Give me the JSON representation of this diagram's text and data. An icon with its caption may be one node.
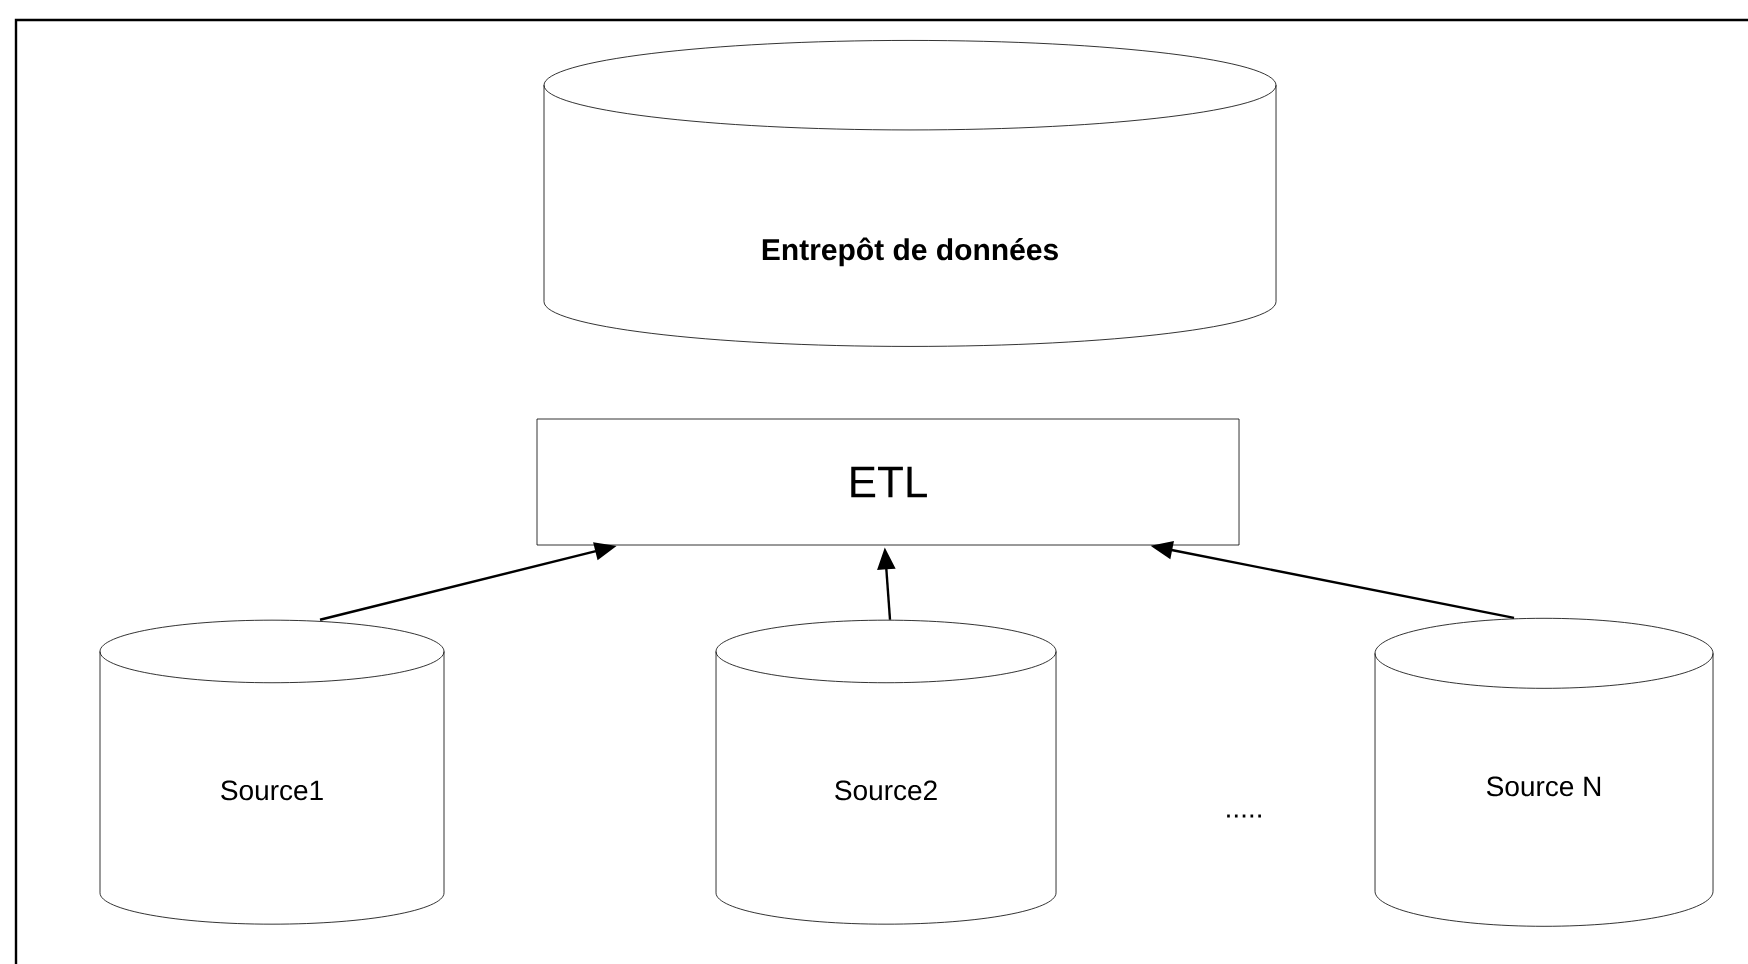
{
  "diagram": {
    "nodes": [
      {
        "text": [
          "Entrepôt de données"
        ]
      },
      {
        "text": [
          "ETL"
        ]
      },
      {
        "text": [
          "Source1"
        ]
      },
      {
        "text": [
          "Source2"
        ]
      },
      {
        "text": [
          "Source N"
        ]
      }
    ],
    "edges": [
      {
        "from": 2,
        "to": 1,
        "arrow": "to"
      },
      {
        "from": 3,
        "to": 1,
        "arrow": "to"
      },
      {
        "from": 4,
        "to": 1,
        "arrow": "to"
      }
    ],
    "labels": [
      "....."
    ]
  }
}
